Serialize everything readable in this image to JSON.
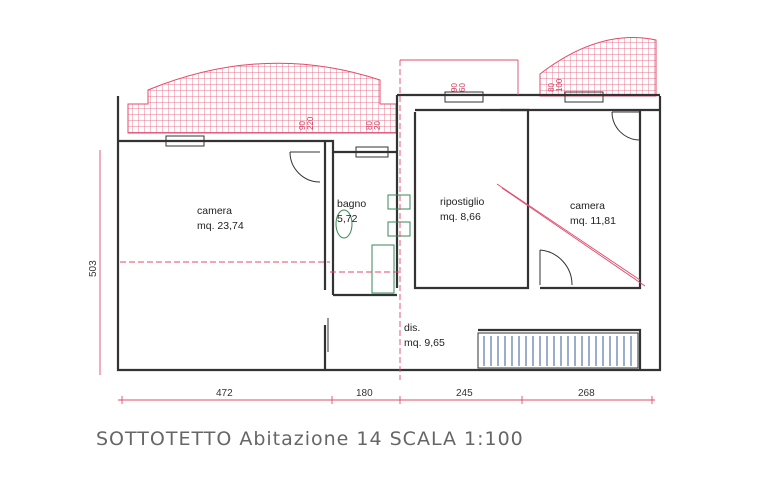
{
  "title": "SOTTOTETTO  Abitazione  14  SCALA  1:100",
  "rooms": [
    {
      "name": "camera",
      "area": "mq. 23,74"
    },
    {
      "name": "bagno",
      "area": "5,72"
    },
    {
      "name": "ripostiglio",
      "area": "mq. 8,66"
    },
    {
      "name": "camera",
      "area": "mq. 11,81"
    },
    {
      "name": "dis.",
      "area": "mq. 9,65"
    }
  ],
  "dimensions": {
    "bottom": [
      "472",
      "180",
      "245",
      "268"
    ],
    "left": "503",
    "window_left": [
      "90",
      "220"
    ],
    "window_mid": [
      "80",
      "20"
    ],
    "window_top_mid": [
      "90",
      "60"
    ],
    "window_right": [
      "80",
      "100"
    ]
  },
  "colors": {
    "wall": "#333333",
    "dimension": "#e04a6a",
    "fixtures": "#3a8a5a"
  }
}
